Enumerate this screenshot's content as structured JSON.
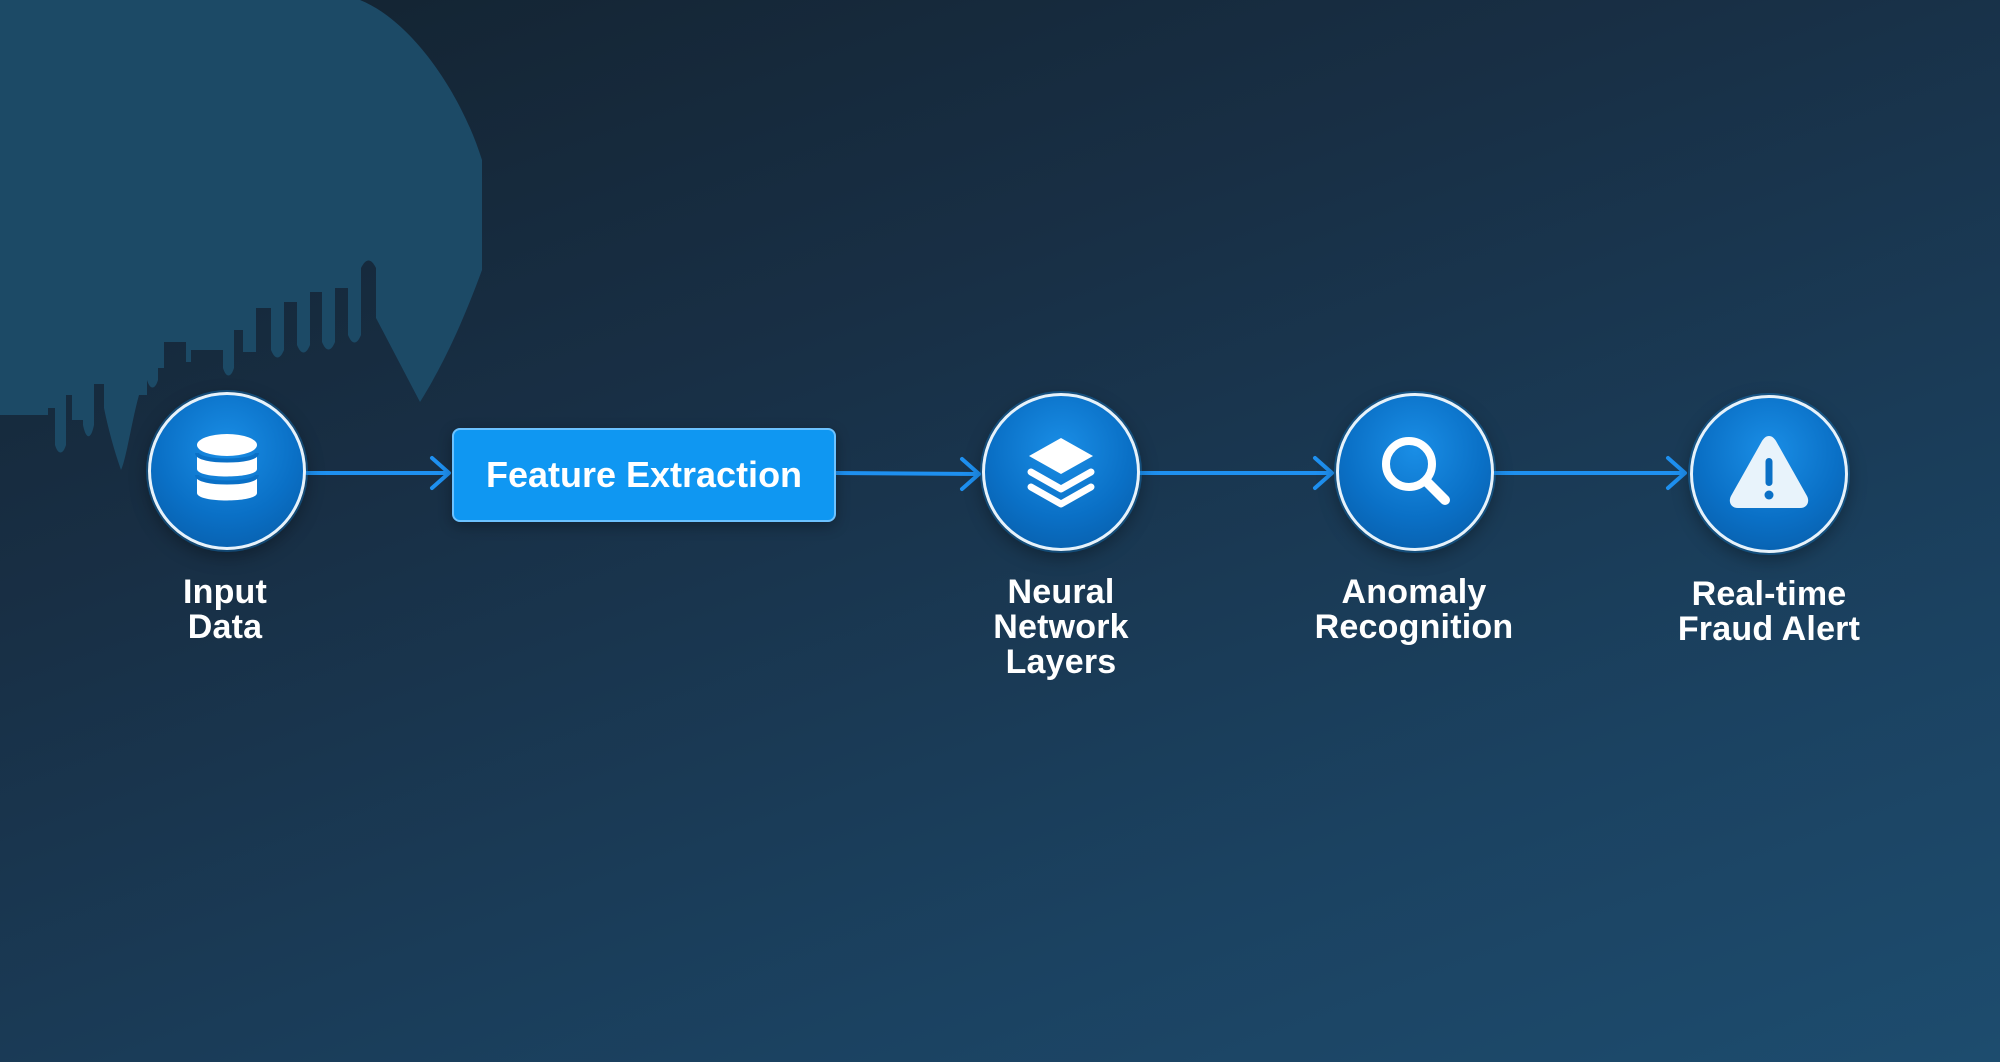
{
  "diagram": {
    "nodes": [
      {
        "id": "input",
        "label": "Input\nData",
        "icon": "database-icon"
      },
      {
        "id": "feature",
        "label": "Feature Extraction"
      },
      {
        "id": "neural",
        "label": "Neural\nNetwork\nLayers",
        "icon": "layers-icon"
      },
      {
        "id": "anomaly",
        "label": "Anomaly\nRecognition",
        "icon": "magnifier-icon"
      },
      {
        "id": "alert",
        "label": "Real-time\nFraud Alert",
        "icon": "warning-icon"
      }
    ],
    "edges": [
      {
        "from": "input",
        "to": "feature"
      },
      {
        "from": "feature",
        "to": "neural"
      },
      {
        "from": "neural",
        "to": "anomaly"
      },
      {
        "from": "anomaly",
        "to": "alert"
      }
    ],
    "colors": {
      "accent": "#0f97f2",
      "connector": "#1e90f0",
      "node_fill": "#0a70c6",
      "background_dark": "#13222f",
      "background_light": "#1d4c6e",
      "skyline": "#1c4a66"
    }
  }
}
